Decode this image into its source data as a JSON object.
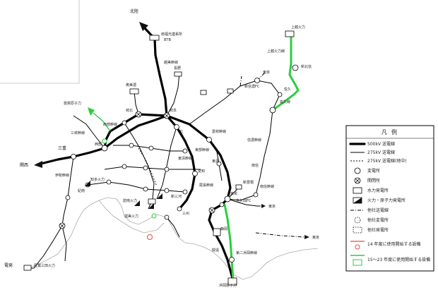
{
  "map_labels": {
    "hokuriku": "北陸",
    "minami_fukumitsu": "南福光連系所",
    "btb": "BTB",
    "etsumi_line": "越美幹線",
    "nagano": "長野",
    "oku_mino": "奥美濃",
    "tsuruga": "敦賀原子力",
    "tokyo_a": "東京",
    "shinshinano": "新信濃FC",
    "joetsu": "上越火力",
    "joetsu_line": "上越火力線",
    "shinhokushin": "新北信",
    "saku": "佐久",
    "saku_line": "佐久線",
    "seino": "西部幹線",
    "sanki": "三岐幹線",
    "kita": "北",
    "mie": "三重",
    "kansai": "関西",
    "ise_line": "伊勢幹線",
    "shinano_line": "信濃幹線",
    "ena_line": "愛岐幹線",
    "toubu_line": "東部幹線",
    "nanshin_line": "南信幹線",
    "owari_line": "尾張幹線",
    "tosei_line": "東清幹線",
    "chita_kaigan": "知多火力",
    "hekinan": "碧南火力",
    "atsumi": "渥美火力",
    "shin_mikawa": "新三河",
    "toei": "東栄",
    "shintoyone": "新豊根",
    "sakuma": "佐久間FC",
    "tokyo_b": "東京",
    "tokyo_c": "東京",
    "shizuoka": "静岡",
    "sunen": "駿遠",
    "daini_hamaoka": "第二浜岡幹線",
    "hamaoka": "浜岡原子力",
    "owase": "尾鷲三田火力",
    "denpatsu": "電発",
    "gifu": "岐北",
    "gifu2": "岐阜",
    "seibu": "西部",
    "kinan": "紀南",
    "toyo": "東濃",
    "aichi": "愛知",
    "minami": "南信",
    "sansyu": "三州"
  },
  "legend": {
    "title": "凡例",
    "items": [
      {
        "key": "l500",
        "text": "500kV 送電線"
      },
      {
        "key": "l275",
        "text": "275kV 送電線"
      },
      {
        "key": "l275u",
        "text": "275kV 送電線(地中)"
      },
      {
        "key": "substation",
        "text": "変電所"
      },
      {
        "key": "switching",
        "text": "開閉所"
      },
      {
        "key": "hydro",
        "text": "水力発電所"
      },
      {
        "key": "thermal",
        "text": "火力・原子力発電所"
      },
      {
        "key": "other_line",
        "text": "他社送電線"
      },
      {
        "key": "other_sub",
        "text": "他社変電所"
      },
      {
        "key": "other_gen",
        "text": "他社発電所"
      },
      {
        "key": "new14",
        "text": "14 年度に使用開始する設備"
      },
      {
        "key": "new15",
        "text": "15～23 年度に使用開始する設備"
      }
    ]
  },
  "colors": {
    "line_500kv": "#000000",
    "new_2002": "#e74c3c",
    "new_2003_2011": "#2ecc40",
    "coast": "#aaaaaa"
  }
}
